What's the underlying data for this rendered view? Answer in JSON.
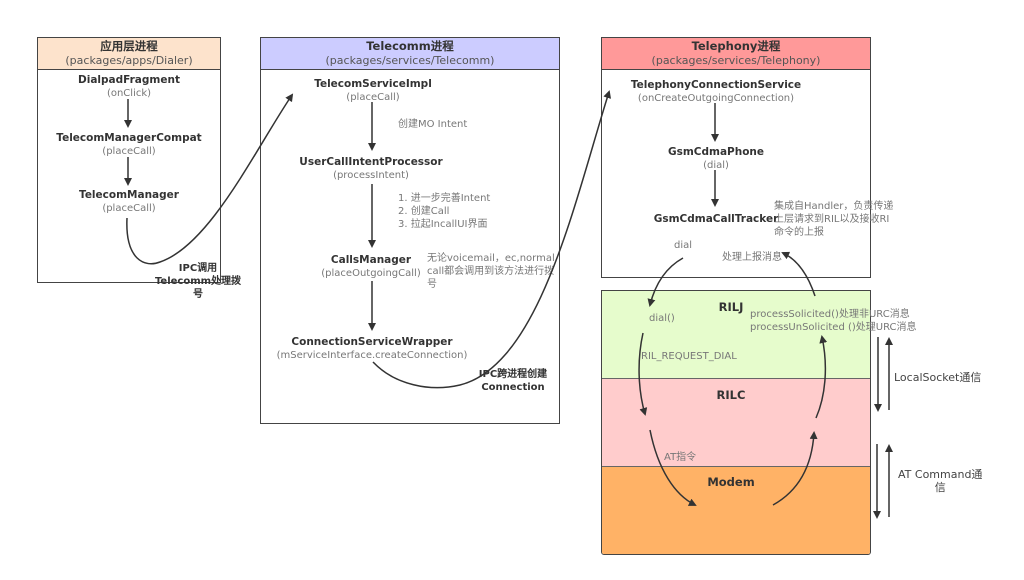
{
  "app_process": {
    "title": "应用层进程",
    "path": "(packages/apps/Dialer)",
    "color": "#fde3cc",
    "nodes": [
      {
        "name": "DialpadFragment",
        "method": "(onClick)"
      },
      {
        "name": "TelecomManagerCompat",
        "method": "(placeCall)"
      },
      {
        "name": "TelecomManager",
        "method": "(placeCall)"
      }
    ],
    "ipc_note": [
      "IPC调用",
      "Telecomm处理拨",
      "号"
    ]
  },
  "telecomm_process": {
    "title": "Telecomm进程",
    "path": "(packages/services/Telecomm)",
    "color": "#ccccff",
    "nodes": [
      {
        "name": "TelecomServiceImpl",
        "method": "(placeCall)"
      },
      {
        "name": "UserCallIntentProcessor",
        "method": "(processIntent)"
      },
      {
        "name": "CallsManager",
        "method": "(placeOutgoingCall)"
      },
      {
        "name": "ConnectionServiceWrapper",
        "method": "(mServiceInterface.createConnection)"
      }
    ],
    "notes": {
      "create_intent": "创建MO Intent",
      "steps": [
        "1. 进一步完善Intent",
        "2. 创建Call",
        "3. 拉起IncallUI界面"
      ],
      "calls_manager": [
        "无论voicemail，ec,normal",
        "call都会调用到该方法进行拨",
        "号"
      ]
    },
    "ipc_note": [
      "IPC跨进程创建",
      "Connection"
    ]
  },
  "telephony_process": {
    "title": "Telephony进程",
    "path": "(packages/services/Telephony)",
    "color": "#ff9999",
    "nodes": [
      {
        "name": "TelephonyConnectionService",
        "method": "(onCreateOutgoingConnection)"
      },
      {
        "name": "GsmCdmaPhone",
        "method": "(dial)"
      },
      {
        "name": "GsmCdmaCallTracker",
        "method": ""
      }
    ],
    "notes": {
      "tracker": [
        "集成自Handler，负责传递",
        "上层请求到RIL以及接收RI",
        "命令的上报"
      ],
      "dial": "dial",
      "report": "处理上报消息"
    }
  },
  "ril_stack": {
    "layers": [
      {
        "name": "RILJ",
        "color": "#e6fccc"
      },
      {
        "name": "RILC",
        "color": "#ffcccc"
      },
      {
        "name": "Modem",
        "color": "#ffb266"
      }
    ],
    "notes": {
      "dial_call": "dial()",
      "request": "RIL_REQUEST_DIAL",
      "solicited": "processSolicited()处理非URC消息",
      "unsolicited": "processUnSolicited ()处理URC消息",
      "at": "AT指令"
    }
  },
  "side_labels": {
    "local_socket": "LocalSocket通信",
    "at_command": [
      "AT Command通",
      "信"
    ]
  }
}
